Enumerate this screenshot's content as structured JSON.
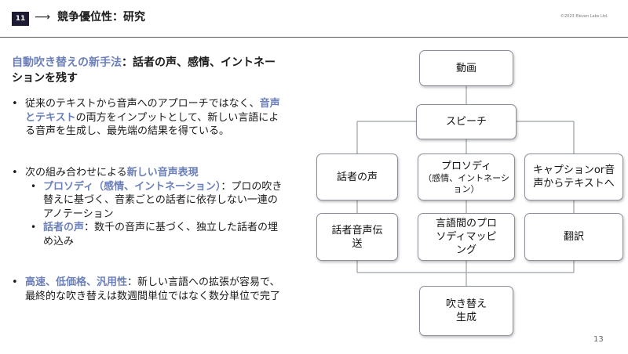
{
  "header": {
    "section_number": "11",
    "arrow": "⟶",
    "title": "競争優位性：研究",
    "copyright": "©2023 Eleven Labs Ltd."
  },
  "lead": {
    "highlight": "自動吹き替えの新手法",
    "rest": "：話者の声、感情、イントネーションを残す"
  },
  "bullets": {
    "b1": {
      "part1": "従来のテキストから音声へのアプローチではなく、",
      "highlight": "音声とテキスト",
      "part2": "の両方をインプットとして、新しい言語による音声を生成し、最先端の結果を得ている。"
    },
    "b2": {
      "part1": "次の組み合わせによる",
      "highlight": "新しい音声表現",
      "sub1_highlight": "プロソディ（感情、イントネーション）",
      "sub1_rest": "：プロの吹き替えに基づく、音素ごとの話者に依存しない一連のアノテーション",
      "sub2_highlight": "話者の声",
      "sub2_rest": "：数千の音声に基づく、独立した話者の埋め込み"
    },
    "b3": {
      "highlight": "高速、低価格、汎用性",
      "rest": "：新しい言語への拡張が容易で、最終的な吹き替えは数週間単位ではなく数分単位で完了"
    }
  },
  "flow": {
    "video": "動画",
    "speech": "スピーチ",
    "speaker_voice": "話者の声",
    "prosody_title": "プロソディ",
    "prosody_detail": "（感情、イントネーション）",
    "caption": "キャプションor音声からテキストへ",
    "voice_transfer": "話者音声伝送",
    "prosody_mapping": "言語間のプロソディマッピング",
    "translation": "翻訳",
    "dub": "吹き替え生成"
  },
  "page_number": "13"
}
